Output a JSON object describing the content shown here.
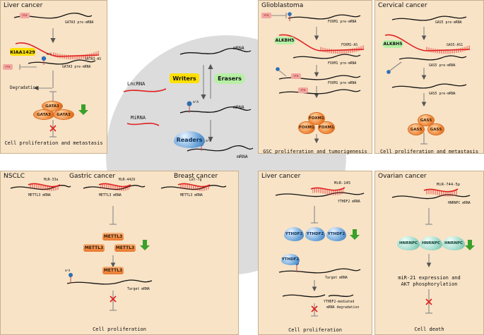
{
  "center": {
    "lncrna": "LncRNA",
    "mirna": "MiRNA",
    "mrna_top": "mRNA",
    "mrna_mid": "mRNA",
    "mrna_bottom": "mRNA",
    "writers": "Writers",
    "erasers": "Erasers",
    "readers": "Readers",
    "m6a_mid": "m⁶A",
    "m6a_bottom": "m⁶A"
  },
  "liver_top": {
    "title": "Liver cancer",
    "gata3_pre": "GATA3 pre-mRNA",
    "gata3_as": "GATA3-AS",
    "gata3_pre2": "GATA3 pre-mRNA",
    "kiaa": "KIAA1429",
    "degradation": "Degradation",
    "gata3": "GATA3",
    "outcome": "Cell proliferation and metastasis"
  },
  "glioblastoma": {
    "title": "Glioblastoma",
    "foxm1_pre": "FOXM1 pre-mRNA",
    "foxm1_as": "FOXM1-AS",
    "foxm1_pre2": "FOXM1 pre-mRNA",
    "foxm1_pre3": "FOXM1 pre-mRNA",
    "alkbh5": "ALKBH5",
    "foxm1": "FOXM1",
    "outcome": "GSC proliferation and tumorigenesis"
  },
  "cervical": {
    "title": "Cervical cancer",
    "gas5_pre": "GAS5 pre-mRNA",
    "gas5_as1": "GAS5-AS1",
    "gas5_pre2": "GAS5 pre-mRNA",
    "gas5_pre3": "GAS5 pre-mRNA",
    "alkbh5": "ALKBH5",
    "gas5": "GAS5",
    "outcome": "Cell proliferation and metastasis"
  },
  "left_bottom": {
    "nsclc": "NSCLC",
    "gastric": "Gastric cancer",
    "breast": "Breast cancer",
    "mir33a": "MiR-33a",
    "mir4429": "MiR-4429",
    "let7g": "Let-7g",
    "mettl3_mrna": "METTL3 mRNA",
    "mettl3": "METTL3",
    "target": "Target mRNA",
    "outcome": "Cell proliferation"
  },
  "liver_bottom": {
    "title": "Liver cancer",
    "mir145": "MiR-145",
    "ythdf2_mrna": "YTHDF2 mRNA",
    "ythdf2": "YTHDF2",
    "target": "Target mRNA",
    "mediated": "YTHDF2-mediated",
    "degradation": "mRNA degradation",
    "outcome": "Cell proliferation"
  },
  "ovarian": {
    "title": "Ovarian cancer",
    "mir744": "MiR-744-5p",
    "hnrnpc_mrna": "HNRNPC mRNA",
    "hnrnpc": "HNRNPC",
    "effect1": "miR-21 expression and",
    "effect2": "AKT phosphorylation",
    "outcome": "Cell death"
  },
  "colors": {
    "panel_bg": "#f8e3c6",
    "center_bg": "#dcdcdc",
    "rna_red": "#e02020",
    "arrow": "#888888",
    "down_arrow": "#3aa02a",
    "inhibit_x": "#e02020"
  }
}
